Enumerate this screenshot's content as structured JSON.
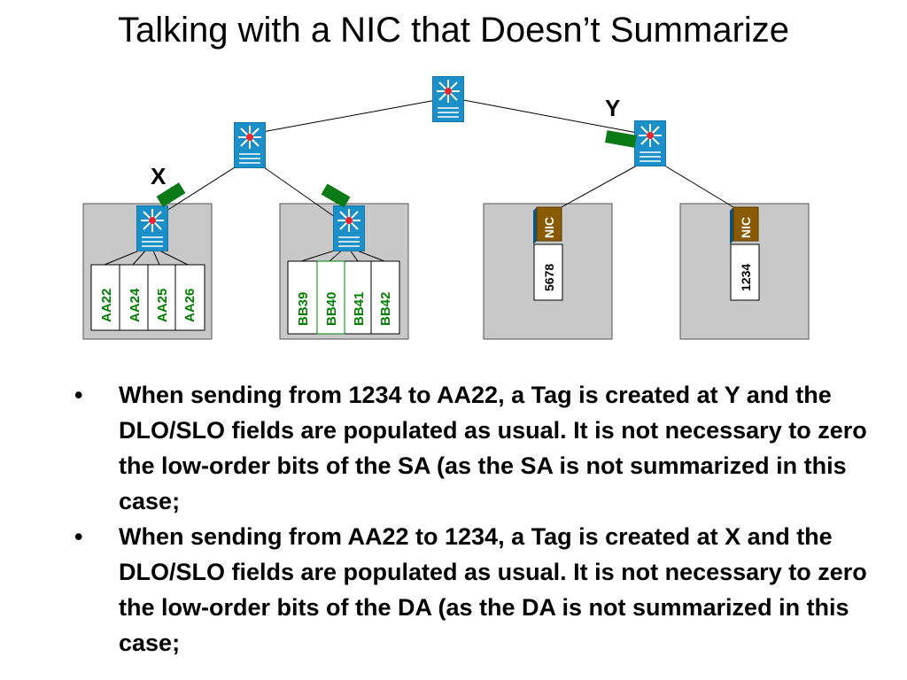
{
  "slide": {
    "title": "Talking with a NIC that Doesn’t Summarize"
  },
  "diagram": {
    "markers": {
      "x": "X",
      "y": "Y"
    },
    "nic_label": "NIC",
    "groups": [
      {
        "ports": [
          "AA22",
          "AA24",
          "AA25",
          "AA26"
        ]
      },
      {
        "ports": [
          "BB39",
          "BB40",
          "BB41",
          "BB42"
        ]
      }
    ],
    "nics": [
      {
        "address": "5678"
      },
      {
        "address": "1234"
      }
    ],
    "colors": {
      "switch": "#1a8fc8",
      "tag": "#0a7a16",
      "enclosure": "#c8c8c8",
      "nic": "#8a5a00",
      "port_text": "#008000"
    }
  },
  "bullets": [
    "When sending from 1234 to AA22, a Tag is created at Y and the DLO/SLO fields are populated as usual.  It is not necessary to zero the low-order bits of the SA (as the SA is not summarized in this case;",
    "When sending from AA22 to 1234, a Tag is created at X and the DLO/SLO fields are populated as usual.  It is not necessary to zero the low-order bits of the DA (as the DA is not summarized in this case;"
  ]
}
